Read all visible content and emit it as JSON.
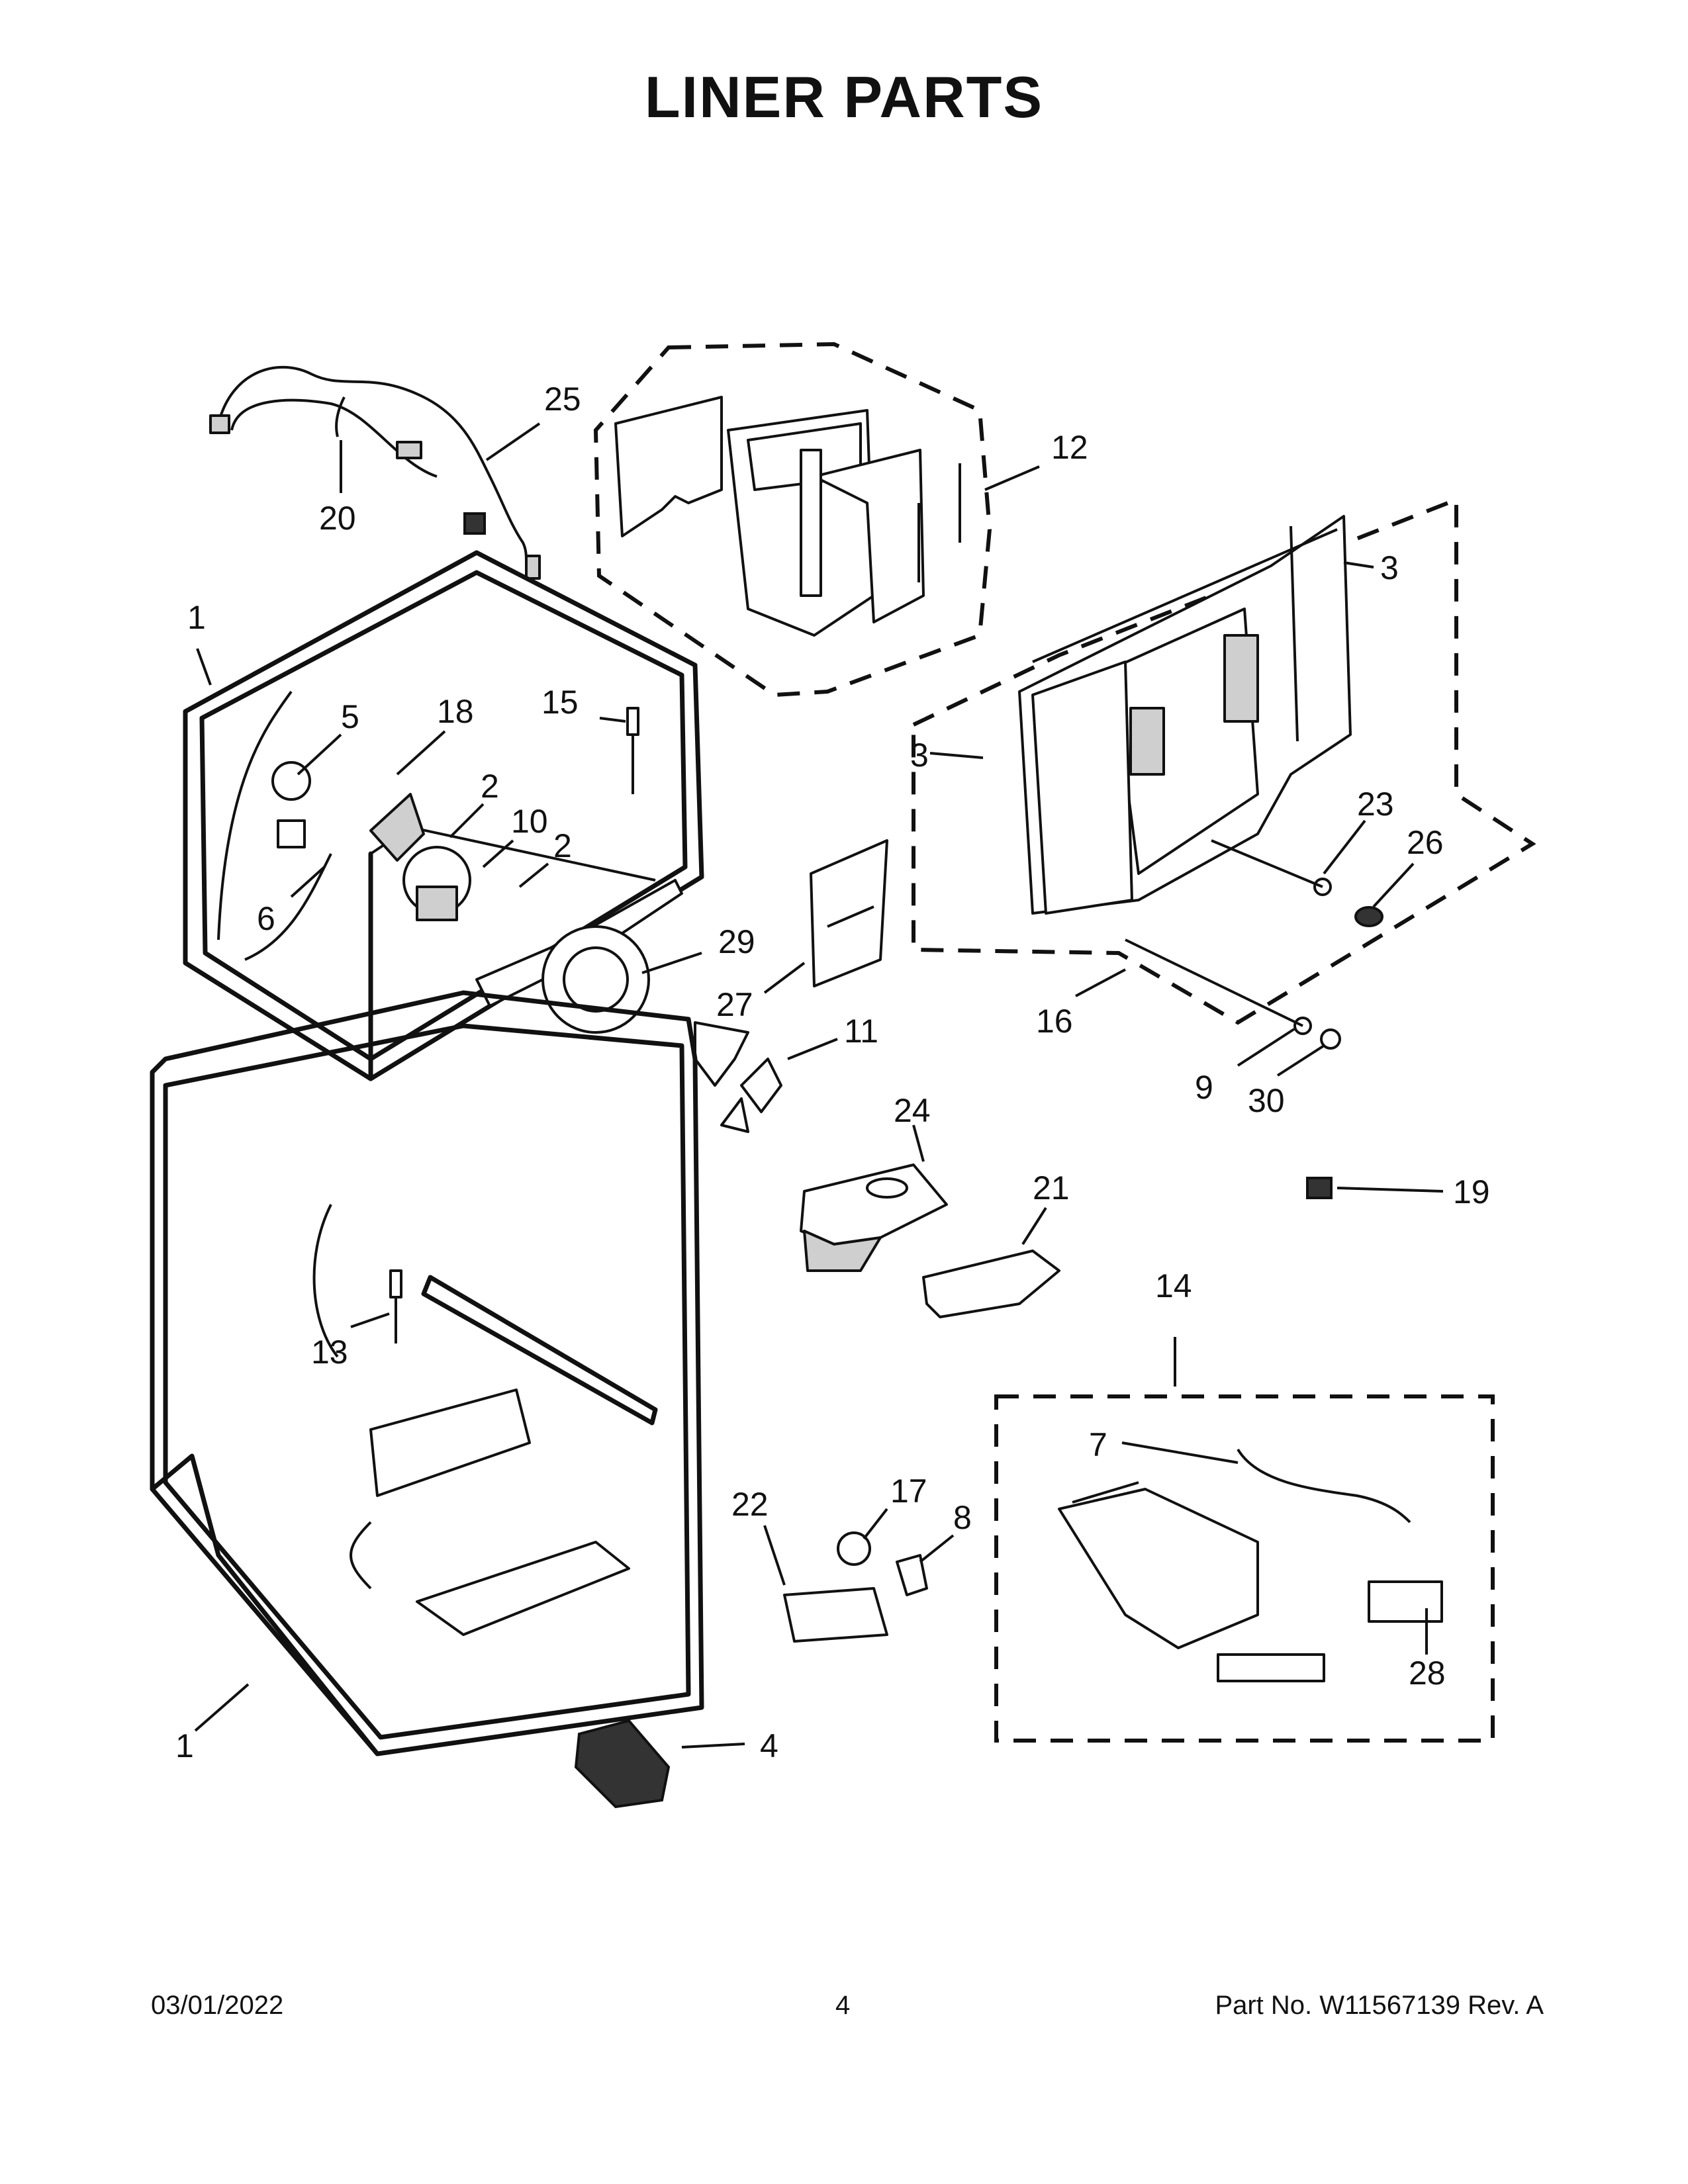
{
  "title": "LINER PARTS",
  "callouts": [
    {
      "id": "c25",
      "label": "25"
    },
    {
      "id": "c20",
      "label": "20"
    },
    {
      "id": "c12",
      "label": "12"
    },
    {
      "id": "c3a",
      "label": "3"
    },
    {
      "id": "c3b",
      "label": "3"
    },
    {
      "id": "c1a",
      "label": "1"
    },
    {
      "id": "c5",
      "label": "5"
    },
    {
      "id": "c18",
      "label": "18"
    },
    {
      "id": "c15",
      "label": "15"
    },
    {
      "id": "c2a",
      "label": "2"
    },
    {
      "id": "c10",
      "label": "10"
    },
    {
      "id": "c2b",
      "label": "2"
    },
    {
      "id": "c6",
      "label": "6"
    },
    {
      "id": "c29",
      "label": "29"
    },
    {
      "id": "c27",
      "label": "27"
    },
    {
      "id": "c23",
      "label": "23"
    },
    {
      "id": "c26",
      "label": "26"
    },
    {
      "id": "c16",
      "label": "16"
    },
    {
      "id": "c11",
      "label": "11"
    },
    {
      "id": "c9",
      "label": "9"
    },
    {
      "id": "c30",
      "label": "30"
    },
    {
      "id": "c24",
      "label": "24"
    },
    {
      "id": "c21",
      "label": "21"
    },
    {
      "id": "c19",
      "label": "19"
    },
    {
      "id": "c13",
      "label": "13"
    },
    {
      "id": "c14",
      "label": "14"
    },
    {
      "id": "c7",
      "label": "7"
    },
    {
      "id": "c22",
      "label": "22"
    },
    {
      "id": "c17",
      "label": "17"
    },
    {
      "id": "c8",
      "label": "8"
    },
    {
      "id": "c28",
      "label": "28"
    },
    {
      "id": "c1b",
      "label": "1"
    },
    {
      "id": "c4",
      "label": "4"
    }
  ],
  "footer": {
    "date": "03/01/2022",
    "page": "4",
    "part_no": "Part No.  W11567139  Rev.  A"
  }
}
